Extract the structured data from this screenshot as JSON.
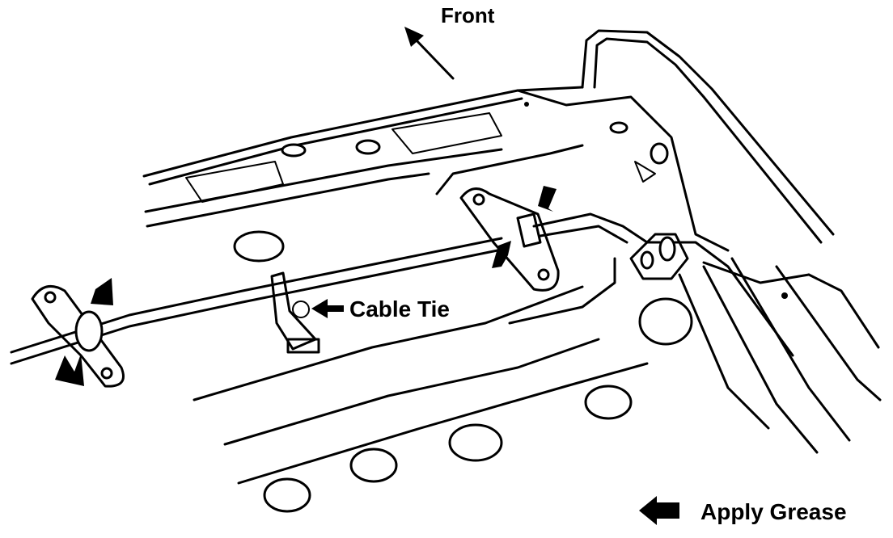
{
  "labels": {
    "front": "Front",
    "cable_tie": "Cable Tie",
    "apply_grease": "Apply Grease"
  },
  "colors": {
    "line": "#000000",
    "background": "#ffffff"
  }
}
